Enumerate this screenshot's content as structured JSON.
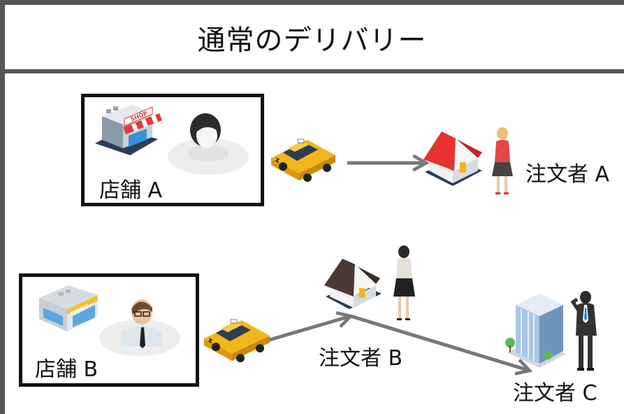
{
  "title": "通常のデリバリー",
  "stores": [
    {
      "label": "店舗 A"
    },
    {
      "label": "店舗 B"
    }
  ],
  "customers": [
    {
      "label": "注文者 A"
    },
    {
      "label": "注文者 B"
    },
    {
      "label": "注文者 C"
    }
  ],
  "signs": {
    "shop": "SHOP",
    "market": "MARKET"
  },
  "colors": {
    "frame": "#555555",
    "box_border": "#111111",
    "arrow": "#777777",
    "taxi": "#f2b51c",
    "roof_red": "#e8332e",
    "roof_brown": "#4a3a33"
  }
}
